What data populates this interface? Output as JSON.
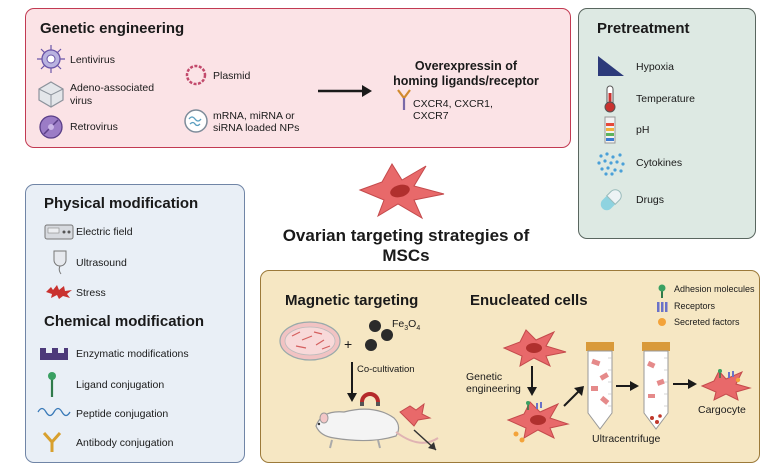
{
  "genetic": {
    "title": "Genetic engineering",
    "lentivirus": "Lentivirus",
    "aav1": "Adeno-associated",
    "aav2": "virus",
    "retrovirus": "Retrovirus",
    "plasmid": "Plasmid",
    "nps1": "mRNA, miRNA or",
    "nps2": "siRNA loaded NPs",
    "overexp1": "Overexpressin of",
    "overexp2": "homing ligands/receptor",
    "cx1": "CXCR4, CXCR1,",
    "cx2": "CXCR7"
  },
  "pretreatment": {
    "title": "Pretreatment",
    "items": [
      "Hypoxia",
      "Temperature",
      "pH",
      "Cytokines",
      "Drugs"
    ]
  },
  "center": {
    "title1": "Ovarian targeting strategies of",
    "title2": "MSCs"
  },
  "physical": {
    "title": "Physical modification",
    "items": [
      "Electric field",
      "Ultrasound",
      "Stress"
    ]
  },
  "chemical": {
    "title": "Chemical modification",
    "items": [
      "Enzymatic modifications",
      "Ligand conjugation",
      "Peptide conjugation",
      "Antibody conjugation"
    ]
  },
  "magnetic": {
    "title": "Magnetic targeting",
    "plus": "+",
    "fe": "Fe",
    "fe_sub": "3",
    "o": "O",
    "o_sub": "4",
    "cocult": "Co-cultivation"
  },
  "enucleated": {
    "title": "Enucleated cells",
    "legend": [
      "Adhesion molecules",
      "Receptors",
      "Secreted factors"
    ],
    "genetic1": "Genetic",
    "genetic2": "engineering",
    "ultra": "Ultracentrifuge",
    "cargo": "Cargocyte"
  },
  "colors": {
    "pink_bg": "#fbe3e6",
    "pink_border": "#c23a52",
    "green_bg": "#dde9e3",
    "blue_bg": "#e9eff6",
    "tan_bg": "#f6e7c3",
    "cell": "#e8696a",
    "nucleus": "#c0392b"
  }
}
